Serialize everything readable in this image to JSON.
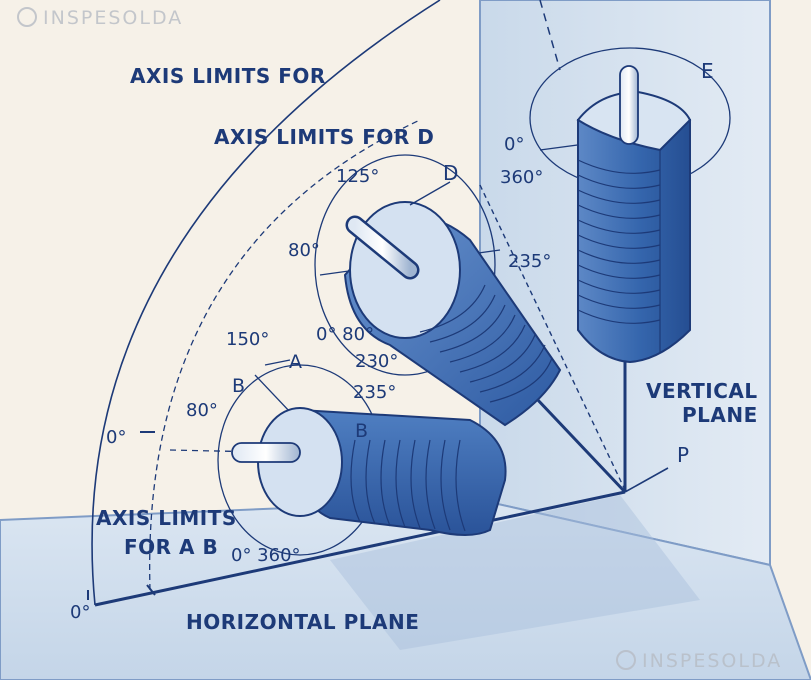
{
  "watermark": {
    "brand": "INSPESOLDA"
  },
  "headings": {
    "axis_limits_for": "AXIS LIMITS FOR",
    "axis_limits_for_d": "AXIS LIMITS FOR D",
    "axis_limits_for_ab_line1": "AXIS LIMITS",
    "axis_limits_for_ab_line2": "FOR A B",
    "vertical_plane_line1": "VERTICAL",
    "vertical_plane_line2": "PLANE",
    "horizontal_plane": "HORIZONTAL PLANE"
  },
  "points": {
    "e": "E",
    "d": "D",
    "a": "A",
    "b_outer": "B",
    "b_inner": "B",
    "p": "P"
  },
  "angles": {
    "e_zero": "0°",
    "e_360": "360°",
    "d_125": "125°",
    "d_80": "80°",
    "d_235": "235°",
    "d_zero_80": "0° 80°",
    "d_230": "230°",
    "ab_150": "150°",
    "ab_80": "80°",
    "ab_235": "235°",
    "ab_zero": "0°",
    "ab_zero_360": "0° 360°",
    "outer_zero": "0°"
  }
}
